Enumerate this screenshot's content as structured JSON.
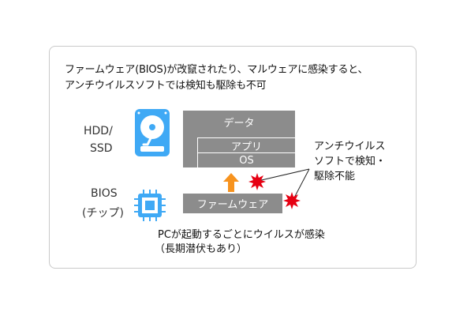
{
  "headline": {
    "line1": "ファームウェア(BIOS)が改竄されたり、マルウェアに感染すると、",
    "line2": "アンチウイルスソフトでは検知も駆除も不可"
  },
  "labels": {
    "hdd_line1": "HDD/",
    "hdd_line2": "SSD",
    "bios_line1": "BIOS",
    "bios_line2": "(チップ)"
  },
  "layers": {
    "data": "データ",
    "app": "アプリ",
    "os": "OS",
    "firmware": "ファームウェア"
  },
  "callout": {
    "line1": "アンチウイルス",
    "line2": "ソフトで検知・",
    "line3": "駆除不能"
  },
  "footer": {
    "line1": "PCが起動するごとにウイルスが感染",
    "line2": "（長期潜伏もあり）"
  },
  "colors": {
    "accent_blue": "#3fa9f5",
    "layer_gray": "#8c8c8c",
    "arrow_orange": "#f7931e",
    "virus_red": "#e60012"
  },
  "icons": [
    "hard-drive-icon",
    "cpu-chip-icon",
    "up-arrow-icon",
    "virus-burst-icon"
  ]
}
